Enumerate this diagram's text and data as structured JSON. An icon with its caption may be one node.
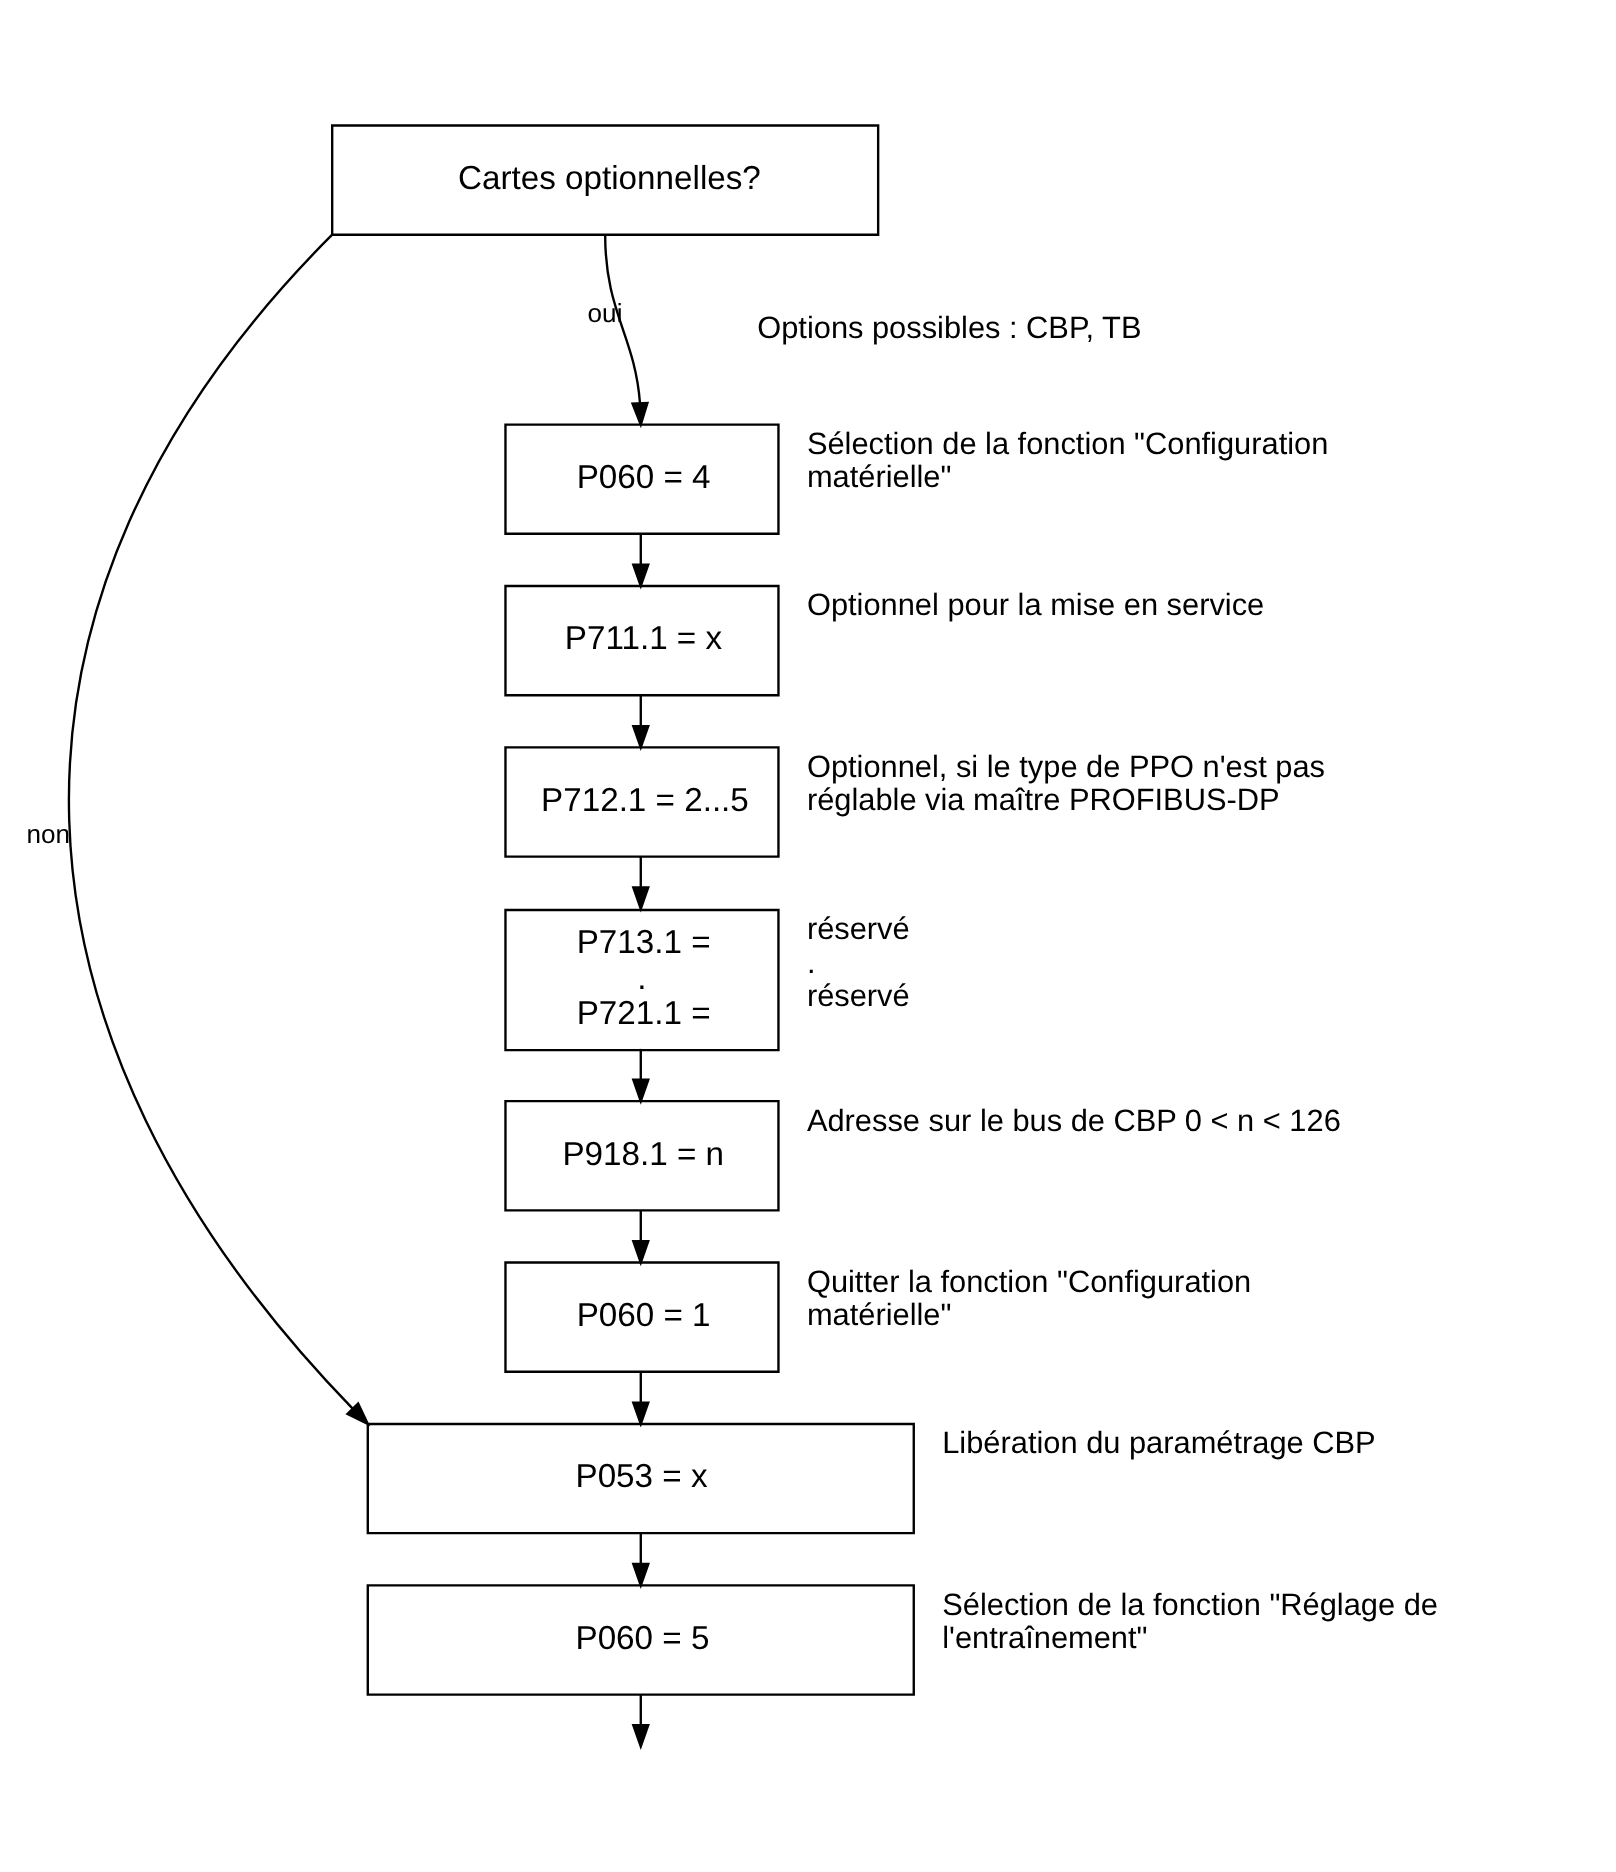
{
  "diagram": {
    "nodes": [
      {
        "text": [
          "Cartes optionnelles?"
        ]
      },
      {
        "text": [
          "P060 = 4"
        ],
        "beside": [
          "Sélection de la fonction \"Configuration matérielle\""
        ]
      },
      {
        "text": [
          "P711.1 = x"
        ],
        "beside": [
          "Optionnel pour la mise en service"
        ]
      },
      {
        "text": [
          "P712.1 = 2...5"
        ],
        "beside": [
          "Optionnel, si le type de PPO n'est pas réglable via maître PROFIBUS-DP"
        ]
      },
      {
        "text": [
          "P713.1 =",
          ".",
          "P721.1 ="
        ],
        "beside": [
          "réservé",
          ".",
          "réservé"
        ]
      },
      {
        "text": [
          "P918.1 = n"
        ],
        "beside": [
          "Adresse sur le bus de CBP 0 < n < 126"
        ]
      },
      {
        "text": [
          "P060 = 1"
        ],
        "beside": [
          "Quitter la fonction \"Configuration matérielle\""
        ]
      },
      {
        "text": [
          "P053 = x"
        ],
        "beside": [
          "Libération du paramétrage CBP"
        ]
      },
      {
        "text": [
          "P060 = 5"
        ],
        "beside": [
          "Sélection de la fonction \"Réglage de l'entraînement\""
        ]
      }
    ],
    "edges": [
      {
        "from": 0,
        "to": 1,
        "arrow": "to",
        "label": "oui"
      },
      {
        "from": 0,
        "to": 7,
        "arrow": "to",
        "label": "non"
      },
      {
        "from": 1,
        "to": 2,
        "arrow": "to"
      },
      {
        "from": 2,
        "to": 3,
        "arrow": "to"
      },
      {
        "from": 3,
        "to": 4,
        "arrow": "to"
      },
      {
        "from": 4,
        "to": 5,
        "arrow": "to"
      },
      {
        "from": 5,
        "to": 6,
        "arrow": "to"
      },
      {
        "from": 6,
        "to": 7,
        "arrow": "to"
      },
      {
        "from": 7,
        "to": 8,
        "arrow": "to"
      },
      {
        "from": 8,
        "to": null,
        "arrow": "to"
      }
    ],
    "labels": [
      "Options possibles : CBP, TB"
    ]
  }
}
